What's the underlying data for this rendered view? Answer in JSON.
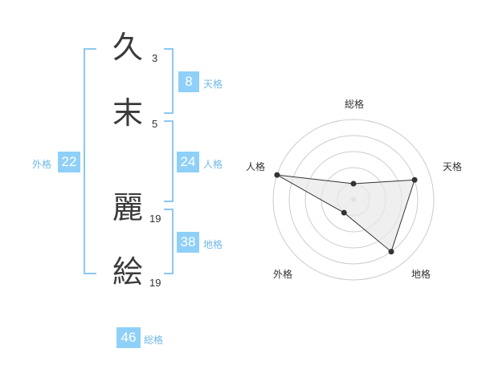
{
  "name": {
    "chars": [
      {
        "char": "久",
        "strokes": "3"
      },
      {
        "char": "末",
        "strokes": "5"
      },
      {
        "char": "麗",
        "strokes": "19"
      },
      {
        "char": "絵",
        "strokes": "19"
      }
    ]
  },
  "fortune": {
    "tenkaku": {
      "value": "8",
      "label": "天格"
    },
    "jinkaku": {
      "value": "24",
      "label": "人格"
    },
    "chikaku": {
      "value": "38",
      "label": "地格"
    },
    "gaikaku": {
      "value": "22",
      "label": "外格"
    },
    "soukaku": {
      "value": "46",
      "label": "総格"
    }
  },
  "radar": {
    "labels": {
      "soukaku": "総格",
      "tenkaku": "天格",
      "chikaku": "地格",
      "gaikaku": "外格",
      "jinkaku": "人格"
    },
    "levels": 5,
    "scores": {
      "soukaku": 1,
      "tenkaku": 4,
      "chikaku": 4,
      "gaikaku": 1,
      "jinkaku": 5
    },
    "colors": {
      "fill": "#e8e8e8",
      "stroke": "#333333",
      "grid": "#cccccc",
      "point": "#333333"
    }
  }
}
